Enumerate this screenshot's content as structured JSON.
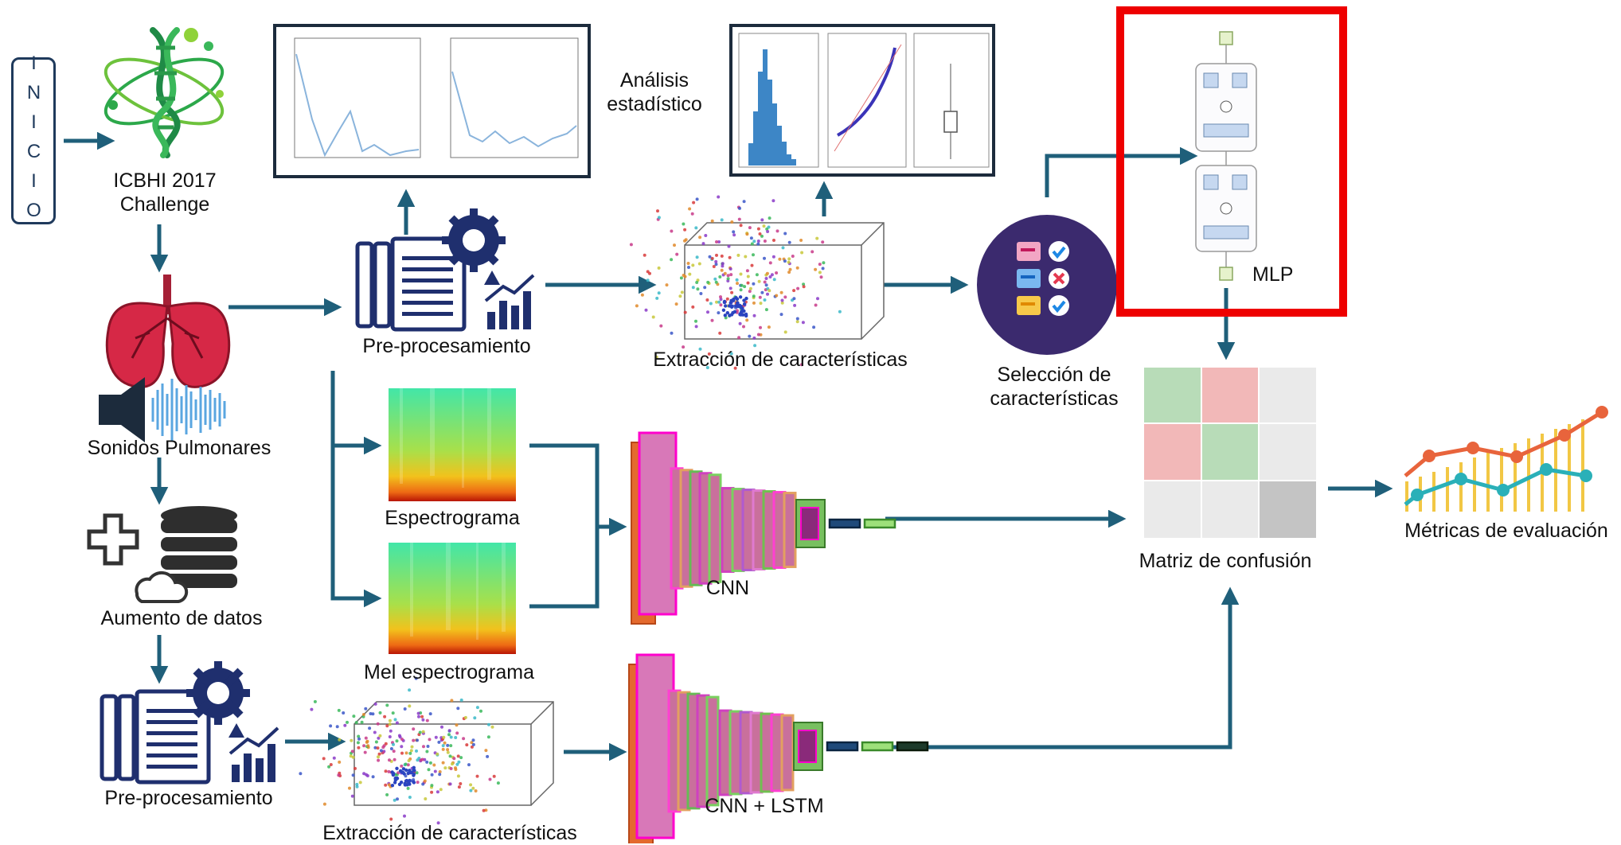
{
  "start": {
    "label": "INICIO"
  },
  "dataset": {
    "line1": "ICBHI 2017",
    "line2": "Challenge"
  },
  "sounds": {
    "label": "Sonidos Pulmonares"
  },
  "augmentation": {
    "label": "Aumento de datos"
  },
  "preprocessing": {
    "top_label": "Pre-procesamiento",
    "bottom_label": "Pre-procesamiento"
  },
  "features": {
    "top_label": "Extracción de características",
    "bottom_label": "Extracción de características"
  },
  "stats": {
    "label_line1": "Análisis",
    "label_line2": "estadístico"
  },
  "selection": {
    "line1": "Selección de",
    "line2": "características"
  },
  "mlp": {
    "label": "MLP"
  },
  "spectrogram": {
    "label": "Espectrograma"
  },
  "mel_spectrogram": {
    "label": "Mel espectrograma"
  },
  "cnn": {
    "label": "CNN"
  },
  "cnn_lstm": {
    "label": "CNN + LSTM"
  },
  "confusion_matrix": {
    "label": "Matriz de confusión"
  },
  "metrics": {
    "label": "Métricas de evaluación"
  },
  "colors": {
    "arrow": "#1f5f7a",
    "navy": "#1f2f6e",
    "highlight": "#ee0000",
    "purple_circle": "#3b2a6e",
    "metric_orange": "#e8643c",
    "metric_teal": "#2ab0b8",
    "metric_bars": "#f2c744"
  }
}
